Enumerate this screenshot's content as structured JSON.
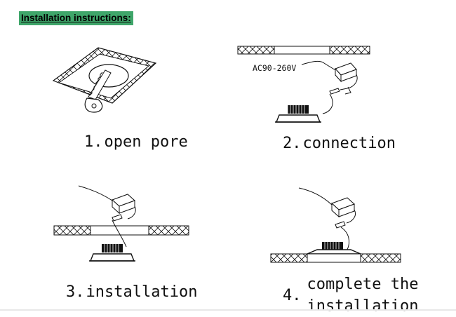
{
  "header": {
    "title": "Installation instructions:"
  },
  "steps": [
    {
      "number": "1.",
      "label": "open pore"
    },
    {
      "number": "2.",
      "label": "connection"
    },
    {
      "number": "3.",
      "label": "installation"
    },
    {
      "number": "4.",
      "label_line1": "complete the",
      "label_line2": "installation"
    }
  ],
  "diagram_text": {
    "voltage": "AC90-260V"
  },
  "colors": {
    "header_bg": "#3fa66a",
    "line": "#111111"
  }
}
